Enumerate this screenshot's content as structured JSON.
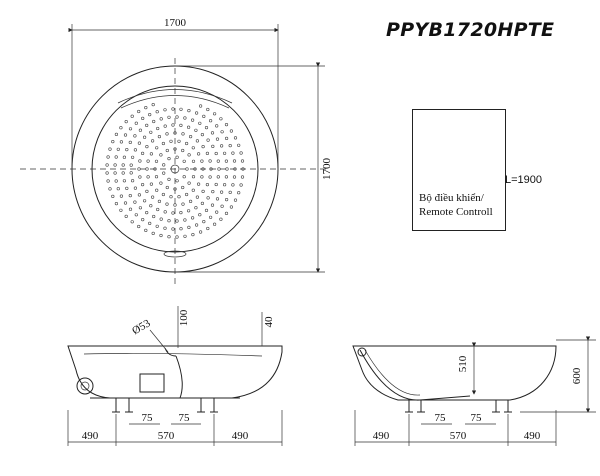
{
  "model": "PPYB1720HPTE",
  "remote": {
    "line1": "Bộ điều khiển/",
    "line2": "Remote Controll",
    "cable": "L=1900"
  },
  "top_view": {
    "width": "1700",
    "depth": "1700"
  },
  "front_view": {
    "pipe": "Ø53",
    "d100": "100",
    "d40": "40",
    "d75a": "75",
    "d75b": "75",
    "d490a": "490",
    "d570": "570",
    "d490b": "490"
  },
  "side_view": {
    "d510": "510",
    "d600": "600",
    "d75a": "75",
    "d75b": "75",
    "d490a": "490",
    "d570": "570",
    "d490b": "490"
  }
}
